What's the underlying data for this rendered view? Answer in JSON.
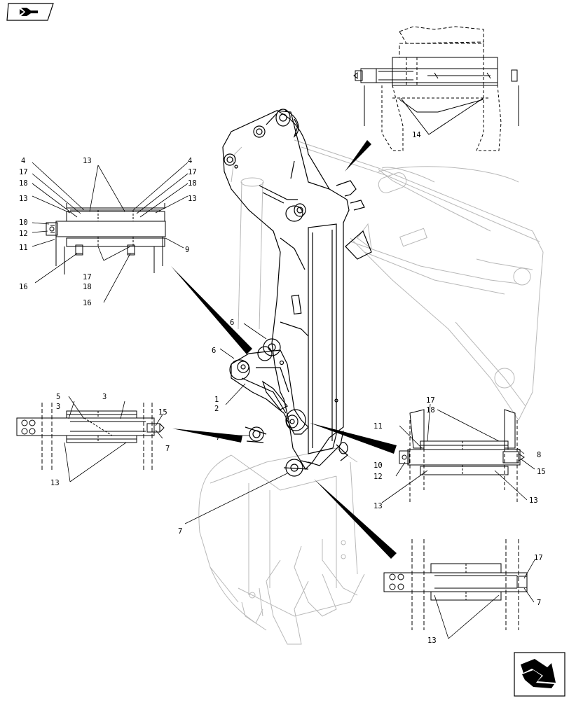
{
  "nav": {
    "top_icon": "previous-page-arrow-icon",
    "bottom_icon": "next-page-arrow-icon"
  },
  "callouts": [
    {
      "id": "c-4-left",
      "text": "4"
    },
    {
      "id": "c-17-left",
      "text": "17"
    },
    {
      "id": "c-18-left",
      "text": "18"
    },
    {
      "id": "c-13-left",
      "text": "13"
    },
    {
      "id": "c-10-left",
      "text": "10"
    },
    {
      "id": "c-12-left",
      "text": "12"
    },
    {
      "id": "c-11-left",
      "text": "11"
    },
    {
      "id": "c-16-left",
      "text": "16"
    },
    {
      "id": "c-13-top",
      "text": "13"
    },
    {
      "id": "c-4-right",
      "text": "4"
    },
    {
      "id": "c-17-right",
      "text": "17"
    },
    {
      "id": "c-18-right",
      "text": "18"
    },
    {
      "id": "c-13-right",
      "text": "13"
    },
    {
      "id": "c-9",
      "text": "9"
    },
    {
      "id": "c-17-mid",
      "text": "17"
    },
    {
      "id": "c-18-mid",
      "text": "18"
    },
    {
      "id": "c-16-mid",
      "text": "16"
    },
    {
      "id": "c-14",
      "text": "14"
    },
    {
      "id": "c-6-a",
      "text": "6"
    },
    {
      "id": "c-6-b",
      "text": "6"
    },
    {
      "id": "c-1",
      "text": "1"
    },
    {
      "id": "c-2",
      "text": "2"
    },
    {
      "id": "c-5",
      "text": "5"
    },
    {
      "id": "c-3-a",
      "text": "3"
    },
    {
      "id": "c-3-b",
      "text": "3"
    },
    {
      "id": "c-15-left",
      "text": "15"
    },
    {
      "id": "c-7-left",
      "text": "7"
    },
    {
      "id": "c-13-lower-left",
      "text": "13"
    },
    {
      "id": "c-7-center",
      "text": "7"
    },
    {
      "id": "c-7-bottom",
      "text": "7"
    },
    {
      "id": "c-17-r1",
      "text": "17"
    },
    {
      "id": "c-18-r1",
      "text": "18"
    },
    {
      "id": "c-11-r1",
      "text": "11"
    },
    {
      "id": "c-8",
      "text": "8"
    },
    {
      "id": "c-10-r1",
      "text": "10"
    },
    {
      "id": "c-12-r1",
      "text": "12"
    },
    {
      "id": "c-15-r1",
      "text": "15"
    },
    {
      "id": "c-13-r1a",
      "text": "13"
    },
    {
      "id": "c-13-r1b",
      "text": "13"
    },
    {
      "id": "c-17-r2",
      "text": "17"
    },
    {
      "id": "c-7-r2",
      "text": "7"
    },
    {
      "id": "c-13-r2",
      "text": "13"
    }
  ]
}
